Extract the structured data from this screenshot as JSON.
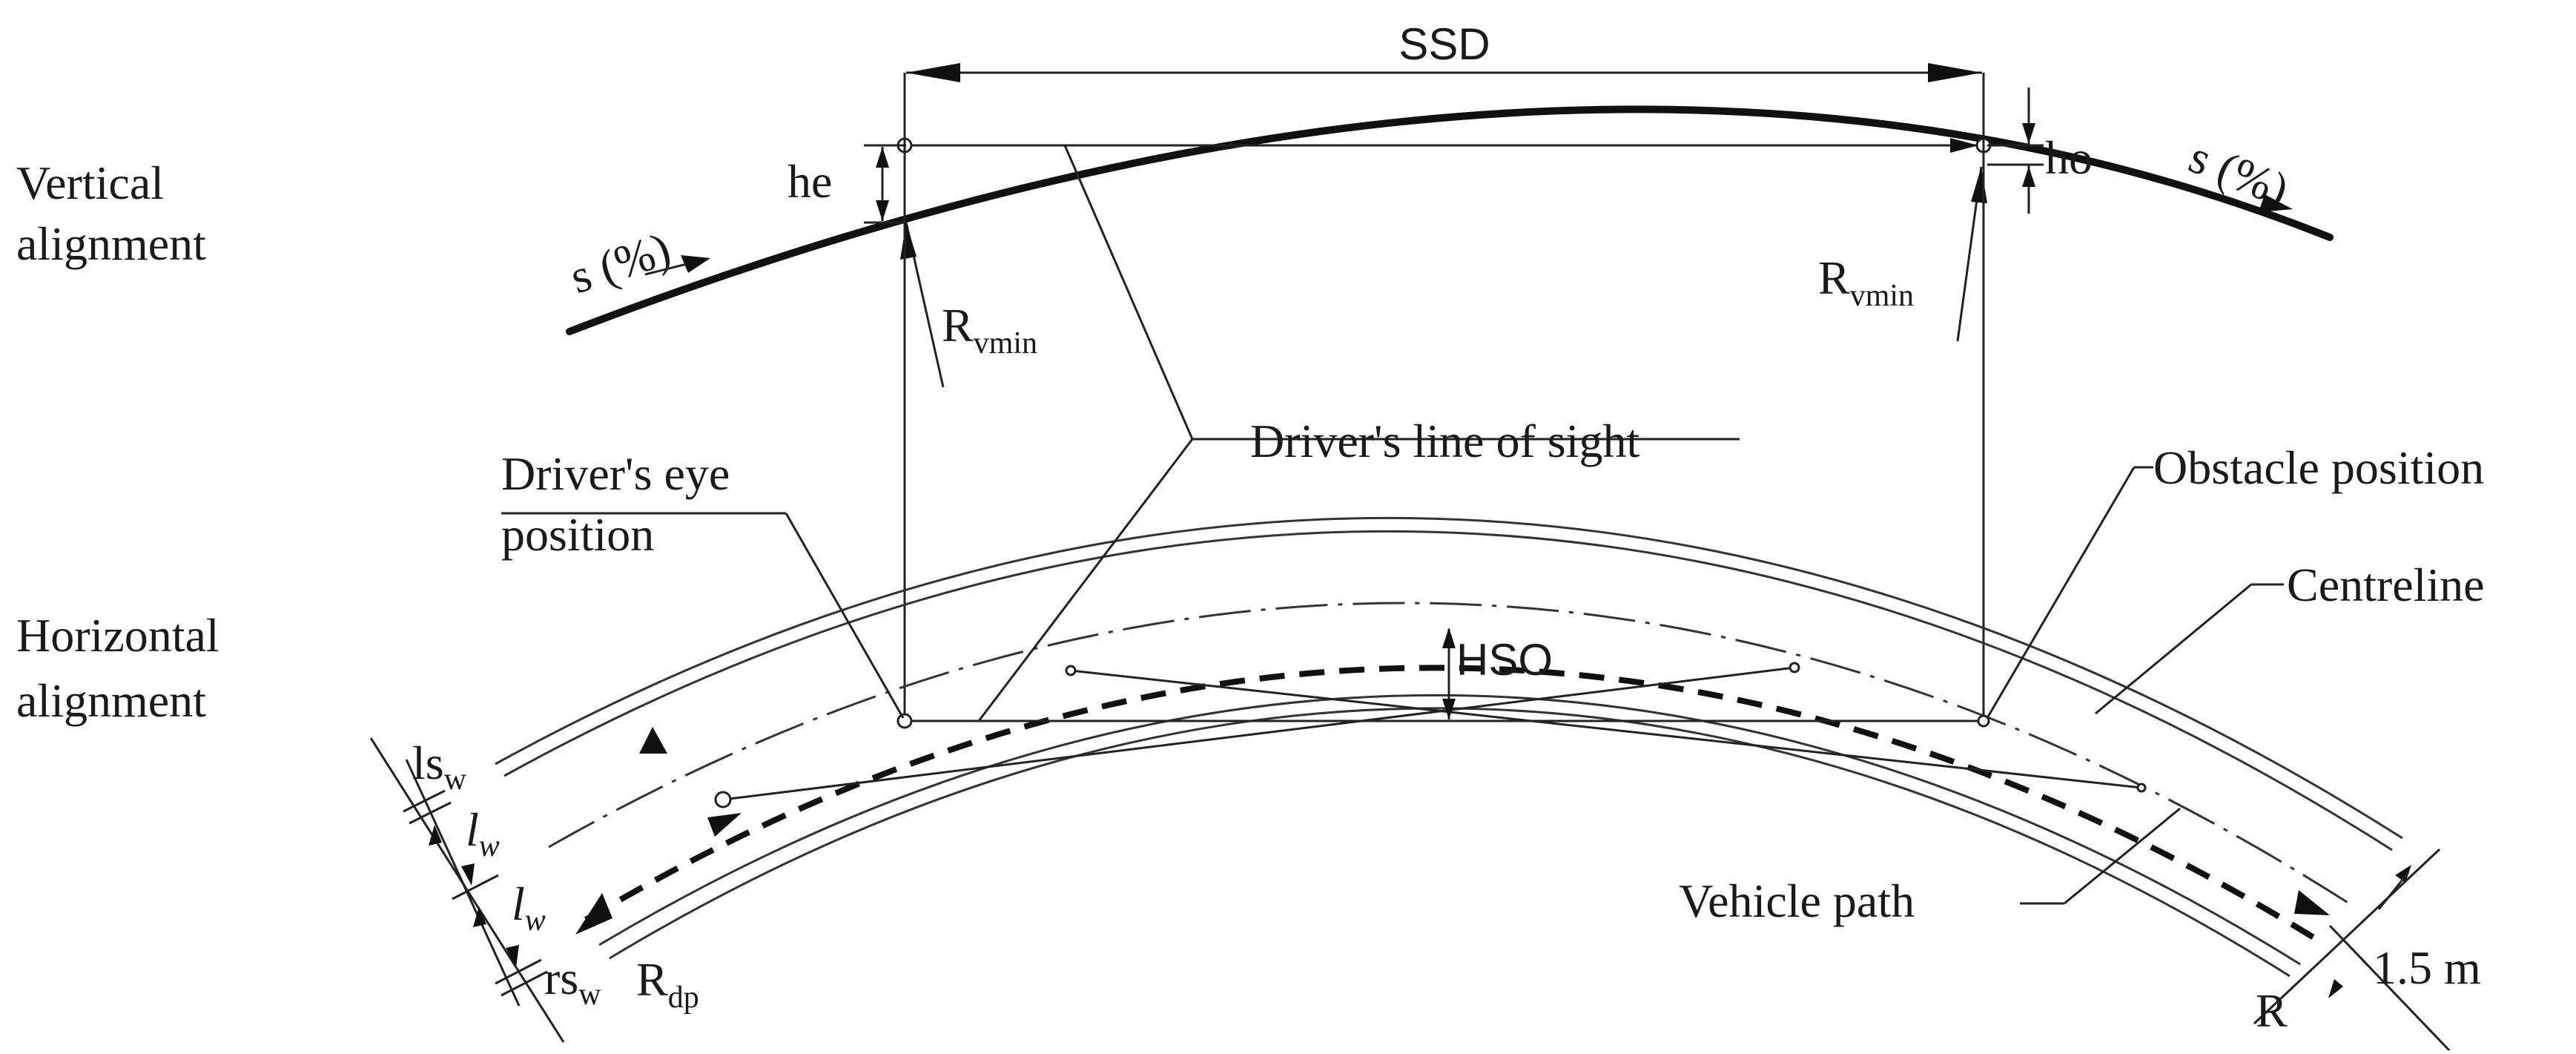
{
  "labels": {
    "ssd": "SSD",
    "he": "he",
    "ho": "ho",
    "grade_left": "s (%)",
    "grade_right": "s (%)",
    "rvmin_left_main": "R",
    "rvmin_left_sub": "vmin",
    "rvmin_right_main": "R",
    "rvmin_right_sub": "vmin",
    "vertical_line1": "Vertical",
    "vertical_line2": "alignment",
    "horizontal_line1": "Horizontal",
    "horizontal_line2": "alignment",
    "drivers_eye_line1": "Driver's eye",
    "drivers_eye_line2": "position",
    "line_of_sight": "Driver's line of sight",
    "obstacle_position": "Obstacle position",
    "centreline": "Centreline",
    "hso": "HSO",
    "vehicle_path": "Vehicle path",
    "ls_main": "ls",
    "ls_sub": "w",
    "lw1_main": "l",
    "lw1_sub": "w",
    "lw2_main": "l",
    "lw2_sub": "w",
    "rs_main": "rs",
    "rs_sub": "w",
    "rdp_main": "R",
    "rdp_sub": "dp",
    "r": "R",
    "offset": "1.5 m"
  }
}
